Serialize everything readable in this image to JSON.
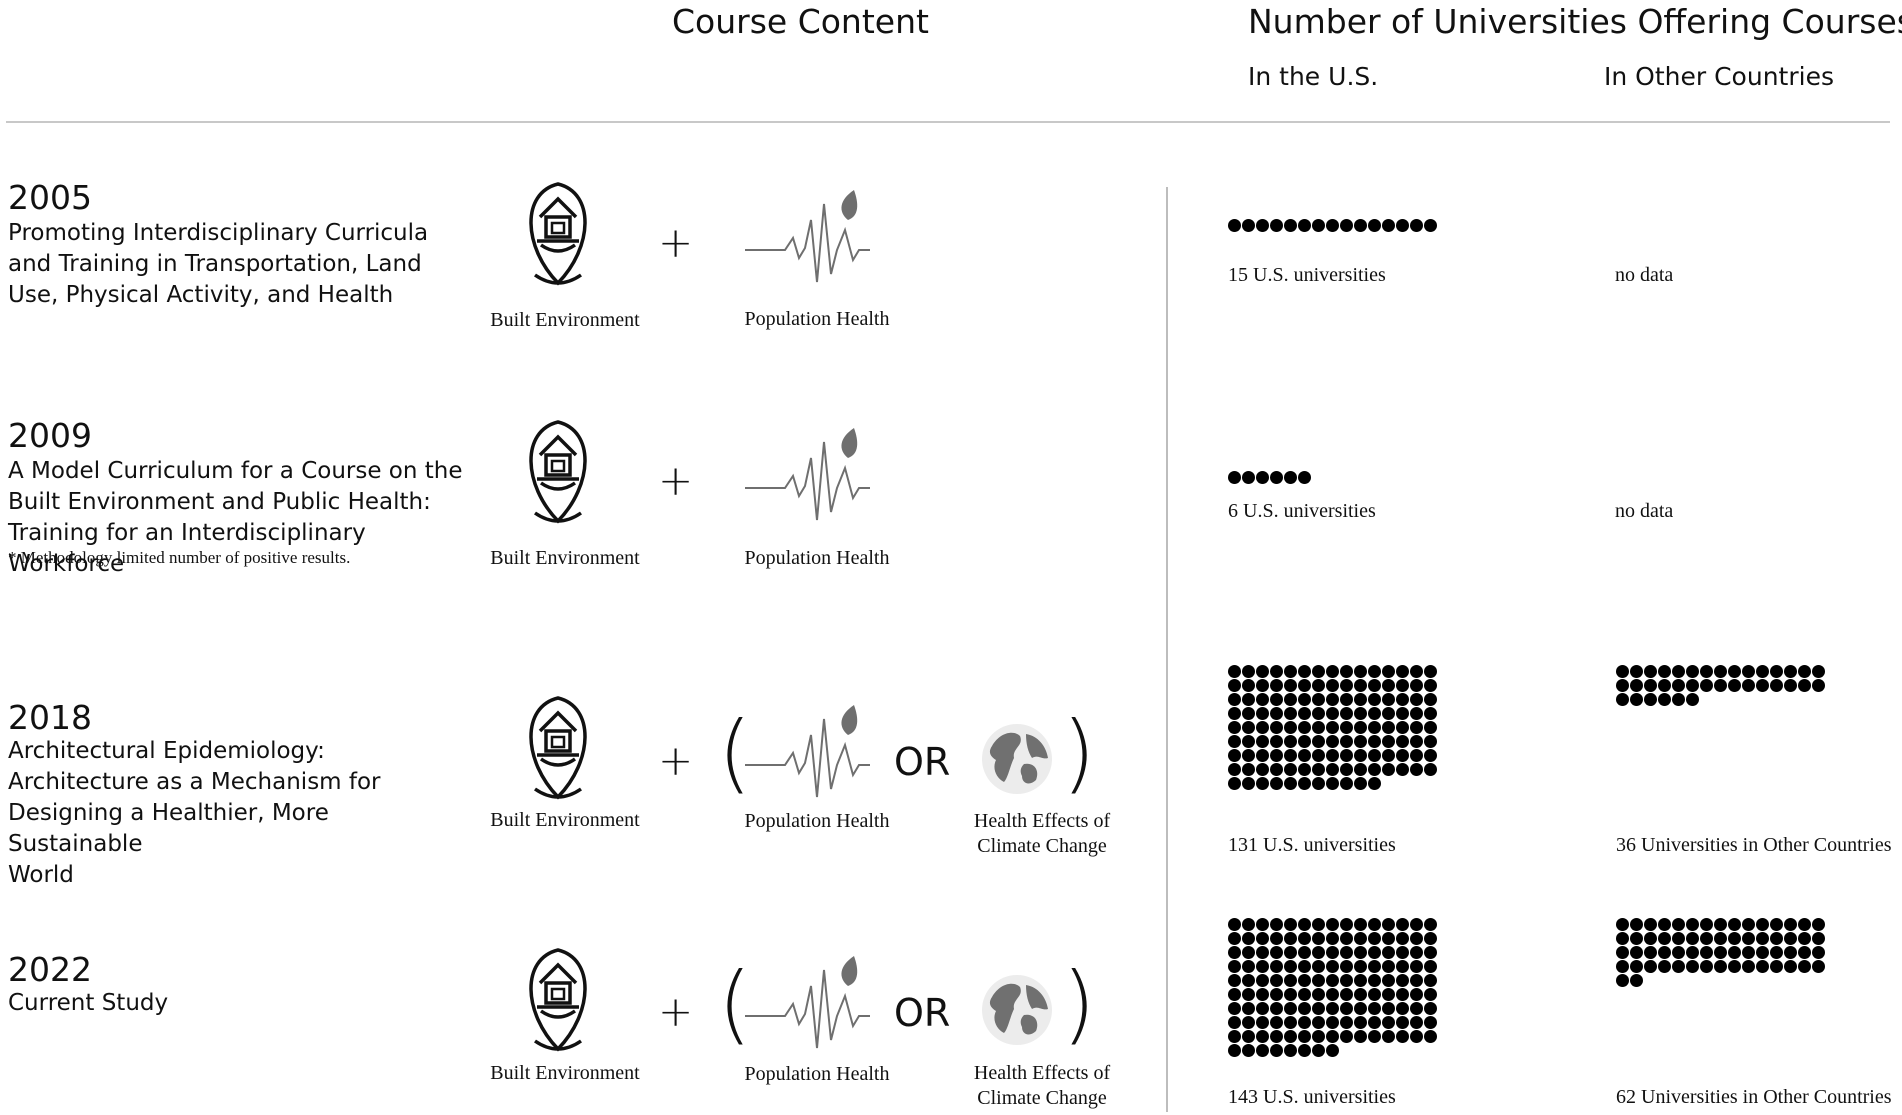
{
  "headers": {
    "course_content": "Course Content",
    "universities": "Number of Universities Offering Courses",
    "us": "In the U.S.",
    "other": "In Other Countries"
  },
  "labels": {
    "built_environment": "Built Environment",
    "population_health": "Population Health",
    "climate_line1": "Health Effects of",
    "climate_line2": "Climate Change",
    "plus": "+",
    "or": "OR",
    "open_paren": "(",
    "close_paren": ")"
  },
  "icons": [
    "location-house-icon",
    "heartbeat-leaf-icon",
    "globe-icon"
  ],
  "colors": {
    "dots": "#000000",
    "icon_gray": "#777777",
    "divider": "#bdbdbd"
  },
  "rows": [
    {
      "year": "2005",
      "lines": [
        "Promoting Interdisciplinary Curricula",
        "and Training in Transportation, Land",
        "Use, Physical Activity, and Health"
      ],
      "note": "",
      "us_count": 15,
      "us_label": "15 U.S. universities",
      "other_count": 0,
      "other_label": "no data"
    },
    {
      "year": "2009",
      "lines": [
        "A Model Curriculum for a Course on the",
        "Built Environment and Public Health:",
        "Training for an Interdisciplinary Workforce"
      ],
      "note": "* Methodology limited number of positive results.",
      "us_count": 6,
      "us_label": "6 U.S. universities",
      "other_count": 0,
      "other_label": "no data"
    },
    {
      "year": "2018",
      "lines": [
        "Architectural Epidemiology:",
        "Architecture as a Mechanism for",
        "Designing a Healthier, More Sustainable",
        "World"
      ],
      "note": "",
      "us_count": 131,
      "us_label": "131 U.S. universities",
      "other_count": 36,
      "other_label": "36 Universities in Other Countries"
    },
    {
      "year": "2022",
      "lines": [
        "Current Study"
      ],
      "note": "",
      "us_count": 143,
      "us_label": "143 U.S. universities",
      "other_count": 62,
      "other_label": "62 Universities in Other Countries"
    }
  ]
}
